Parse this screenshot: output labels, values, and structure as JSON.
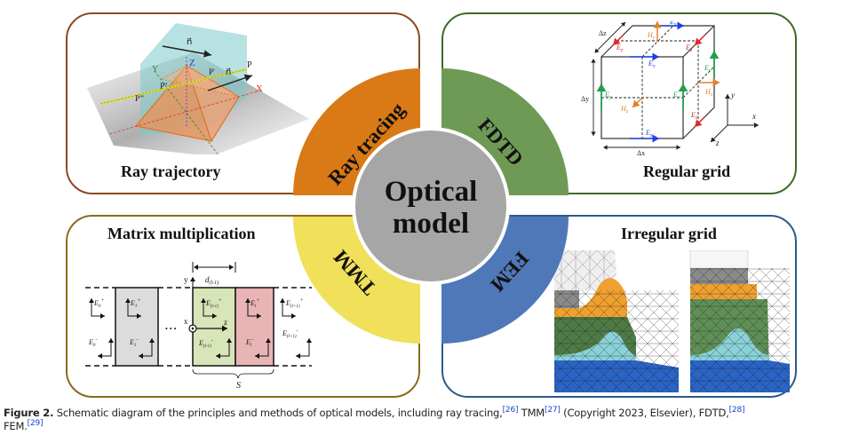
{
  "center": {
    "line1": "Optical",
    "line2": "model",
    "color": "#a6a6a6"
  },
  "quadrants": [
    {
      "id": "ray-tracing",
      "label": "Ray tracing",
      "color": "#d97a16",
      "panel_title": "Ray trajectory",
      "border_color": "#8a4a22"
    },
    {
      "id": "fdtd",
      "label": "FDTD",
      "color": "#6e9a56",
      "panel_title": "Regular grid",
      "border_color": "#3e6a2a"
    },
    {
      "id": "tmm",
      "label": "TMM",
      "color": "#f0e05a",
      "panel_title": "Matrix multiplication",
      "border_color": "#8a6a1a"
    },
    {
      "id": "fem",
      "label": "FEM",
      "color": "#4f78b8",
      "panel_title": "Irregular grid",
      "border_color": "#2a5a8a"
    }
  ],
  "ray_trajectory": {
    "labels": {
      "z": "Z",
      "y": "Y",
      "x": "X",
      "p": "P",
      "p1": "P'",
      "p2": "P''",
      "p3": "P'''",
      "n_top": "n⃗",
      "n_right": "n⃗",
      "v": "v⃗"
    }
  },
  "regular_grid": {
    "labels": {
      "dx": "Δx",
      "dy": "Δy",
      "dz": "Δz",
      "ex": "E",
      "ex_sub": "x",
      "ey": "E",
      "ey_sub": "y",
      "ez": "E",
      "ez_sub": "z",
      "hx": "H",
      "hx_sub": "x",
      "hy": "H",
      "hy_sub": "y",
      "hz": "H",
      "hz_sub": "z",
      "axis_x": "x",
      "axis_y": "y",
      "axis_z": "z"
    }
  },
  "matrix_multiplication": {
    "labels": {
      "d": "d",
      "d_sub": "(l-1)",
      "y": "y",
      "x": "x",
      "z": "z",
      "s": "S",
      "dots": "• • •",
      "e0p": "E",
      "e0p_sub": "0",
      "e0m": "E",
      "e0m_sub": "0",
      "e1p": "E",
      "e1p_sub": "1",
      "e1m": "E",
      "e1m_sub": "1",
      "elm1p": "E",
      "elm1p_sub": "(l-1)",
      "elm1m": "E",
      "elm1m_sub": "(l-1)",
      "elp": "E",
      "elp_sub": "l",
      "elm": "E",
      "elm_sub": "l",
      "elp1p": "E",
      "elp1p_sub": "(l+1)",
      "elp1m": "E",
      "elp1m_sub": "(l+1)",
      "plus": "+",
      "minus": "-"
    }
  },
  "caption": {
    "figure_label": "Figure 2.",
    "text1": " Schematic diagram of the principles and methods of optical models, including ray tracing,",
    "ref1": "[26]",
    "text2": " TMM",
    "ref2": "[27]",
    "text3": " (Copyright 2023, Elsevier), FDTD,",
    "ref3": "[28]",
    "text4": " FEM.",
    "ref4": "[29]"
  }
}
